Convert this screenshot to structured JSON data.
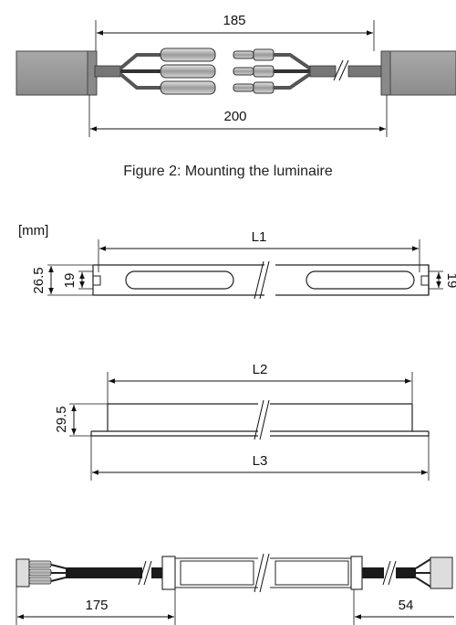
{
  "figure1": {
    "caption": "Figure 2: Mounting the luminaire",
    "dim_top": "185",
    "dim_bottom": "200"
  },
  "figure2": {
    "unit": "[mm]",
    "view1": {
      "length_label": "L1",
      "height_outer": "26.5",
      "height_inner": "19",
      "height_right": "19"
    },
    "view2": {
      "length_top": "L2",
      "length_bottom": "L3",
      "height": "29.5"
    },
    "view3": {
      "length_left": "175",
      "length_right": "54"
    }
  }
}
